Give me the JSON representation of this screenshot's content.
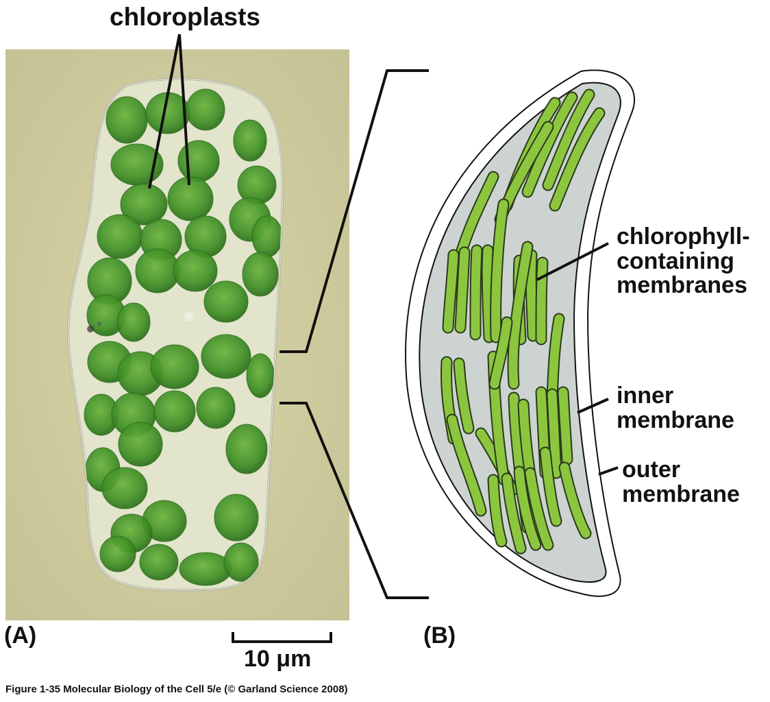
{
  "labels": {
    "chloroplasts": "chloroplasts",
    "panel_a": "(A)",
    "panel_b": "(B)",
    "scale_bar": "10 μm",
    "chlorophyll_line1": "chlorophyll-",
    "chlorophyll_line2": "containing",
    "chlorophyll_line3": "membranes",
    "inner_line1": "inner",
    "inner_line2": "membrane",
    "outer_line1": "outer",
    "outer_line2": "membrane"
  },
  "caption": "Figure 1-35  Molecular Biology of the Cell 5/e (© Garland Science 2008)",
  "colors": {
    "micrograph_background": "#cfcc9c",
    "cell_interior": "#dde0c0",
    "chloroplast_green": "#4a9a2c",
    "chloroplast_dark": "#2f7a1c",
    "stroma_gray": "#ccd3d1",
    "thylakoid_green": "#8cc63f",
    "line_black": "#111111"
  }
}
